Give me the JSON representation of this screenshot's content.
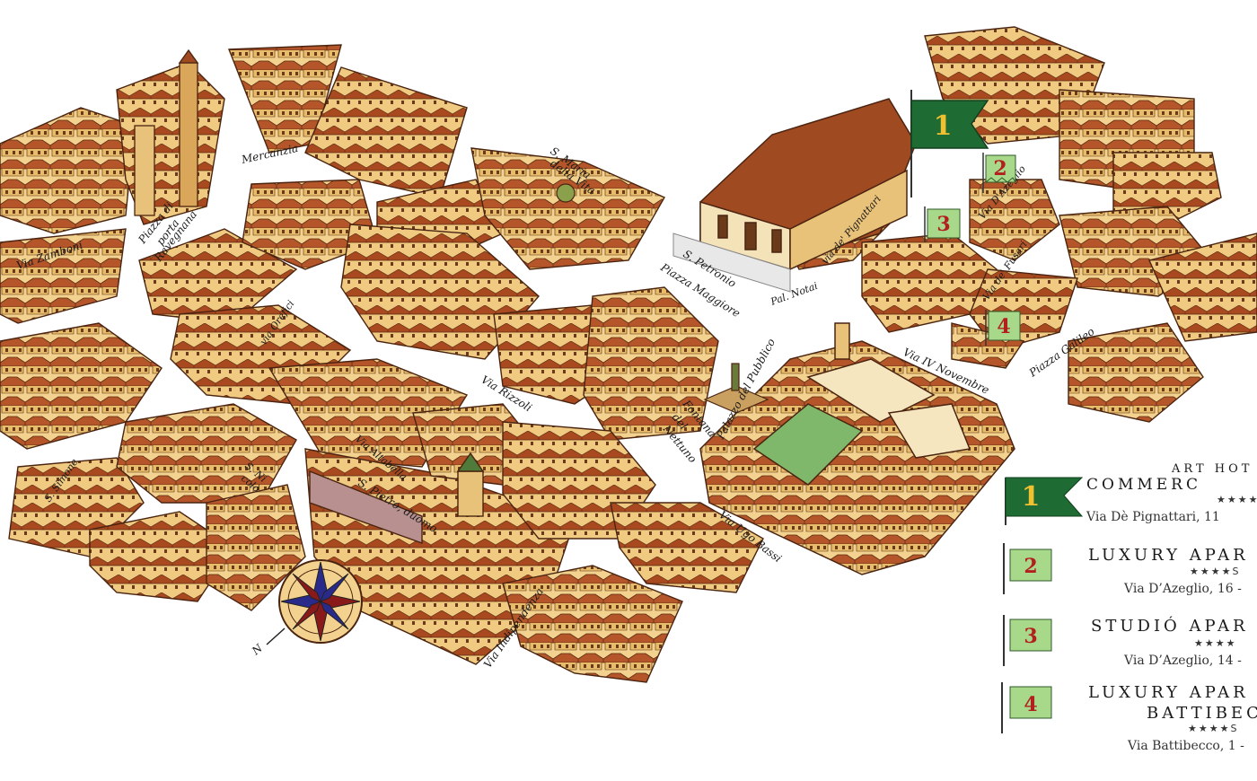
{
  "streets": {
    "via_zamboni": "Via Zamboni",
    "piazza_porta_ravegnana": [
      "Piazza di",
      "porta",
      "Ravegnana"
    ],
    "mercanzia": "Mercanzia",
    "santa_maria_vita": [
      "S. Maria",
      "della Vita"
    ],
    "san_petronio": "S. Petronio",
    "piazza_maggiore": "Piazza Maggiore",
    "via_pignattari": "via de' Pignattari",
    "via_azeglio": "Via D'Azeglio",
    "via_fusari": "Via de' Fusari",
    "pal_notai": "Pal. Notai",
    "piazza_galileo": "Piazza Galileo",
    "via_iv_novembre": "Via IV Novembre",
    "via_orefici": "via Orefici",
    "via_rizzoli": "Via Rizzoli",
    "fontana_nettuno": [
      "Fontana",
      "del",
      "Nettuno"
    ],
    "palazzo_pubblico": "Palazzo del Pubblico",
    "s_simone": "S. Simone",
    "s_nicolo": [
      "S. Ni",
      "colò"
    ],
    "via_altabella": "Via Altabella",
    "s_pietro_duomo": "S. Pietro, duomo",
    "via_ugo_bassi": "Via Ugo Bassi",
    "via_indipendenza": "Via Indipendenza",
    "compass_n": "N"
  },
  "markers": [
    {
      "num": "1",
      "type": "flag"
    },
    {
      "num": "2",
      "type": "pin"
    },
    {
      "num": "3",
      "type": "pin"
    },
    {
      "num": "4",
      "type": "pin"
    }
  ],
  "legend": [
    {
      "num": "1",
      "line1": "ART HOT",
      "line2": "COMMERC",
      "stars": "★★★★",
      "address": "Via Dè Pignattari, 11"
    },
    {
      "num": "2",
      "line1": "LUXURY APAR",
      "stars": "★★★★S",
      "address": "Via D’Azeglio, 16 -"
    },
    {
      "num": "3",
      "line1": "STUDIÓ APAR",
      "stars": "★★★★",
      "address": "Via D’Azeglio, 14 -"
    },
    {
      "num": "4",
      "line1": "LUXURY APAR",
      "line2": "BATTIBEC",
      "stars": "★★★★S",
      "address": "Via Battibecco, 1 -"
    }
  ],
  "colors": {
    "roof": "#b5562a",
    "roof_dark": "#8c3a1a",
    "wall": "#f2d28e",
    "wall_shadow": "#e0b463",
    "street": "#ffffff",
    "court_green": "#7fb86a",
    "flag_green": "#1e6b33",
    "pin_green": "#a8d88a"
  }
}
